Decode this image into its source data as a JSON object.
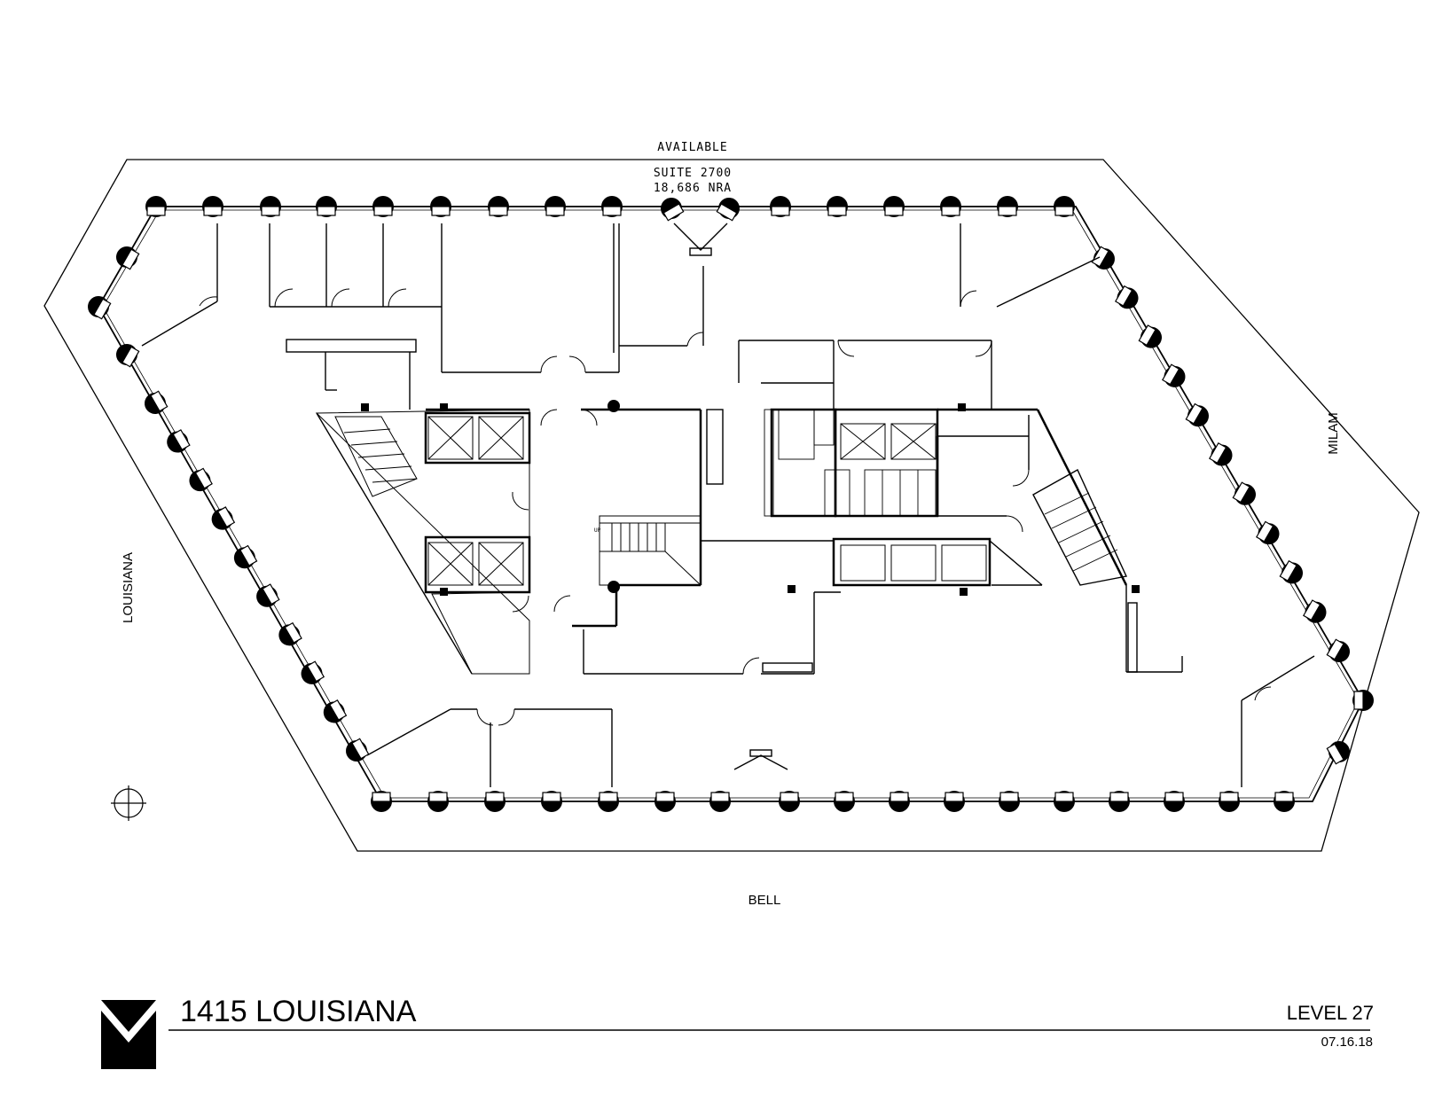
{
  "plan": {
    "status": "AVAILABLE",
    "suite": "SUITE 2700",
    "area": "18,686 NRA",
    "stair_up_label": "UP"
  },
  "streets": {
    "north": "",
    "south": "BELL",
    "west": "LOUISIANA",
    "east": "MILAM"
  },
  "title_block": {
    "building": "1415 LOUISIANA",
    "level": "LEVEL 27",
    "date": "07.16.18"
  },
  "icons": {
    "logo": "m-logo-icon",
    "north_arrow": "north-arrow-icon"
  }
}
